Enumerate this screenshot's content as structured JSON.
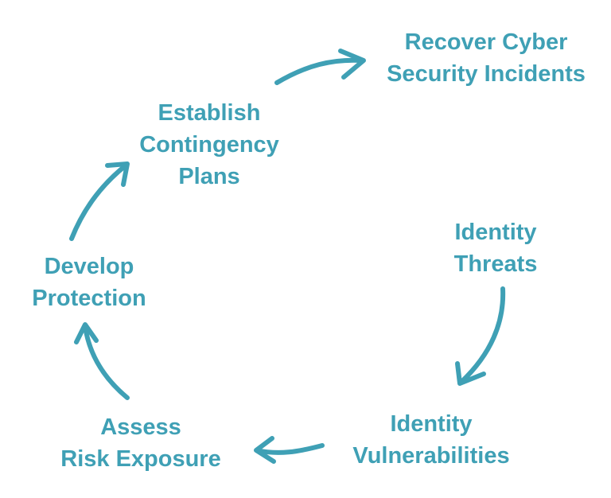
{
  "diagram": {
    "accent_color": "#3fa0b5",
    "steps": [
      {
        "id": "recover",
        "lines": [
          "Recover Cyber",
          "Security Incidents"
        ]
      },
      {
        "id": "identify-threats",
        "lines": [
          "Identity",
          "Threats"
        ]
      },
      {
        "id": "identify-vulnerabilities",
        "lines": [
          "Identity",
          "Vulnerabilities"
        ]
      },
      {
        "id": "assess-risk",
        "lines": [
          "Assess",
          "Risk Exposure"
        ]
      },
      {
        "id": "develop-protection",
        "lines": [
          "Develop",
          "Protection"
        ]
      },
      {
        "id": "establish-plans",
        "lines": [
          "Establish",
          "Contingency",
          "Plans"
        ]
      }
    ]
  }
}
